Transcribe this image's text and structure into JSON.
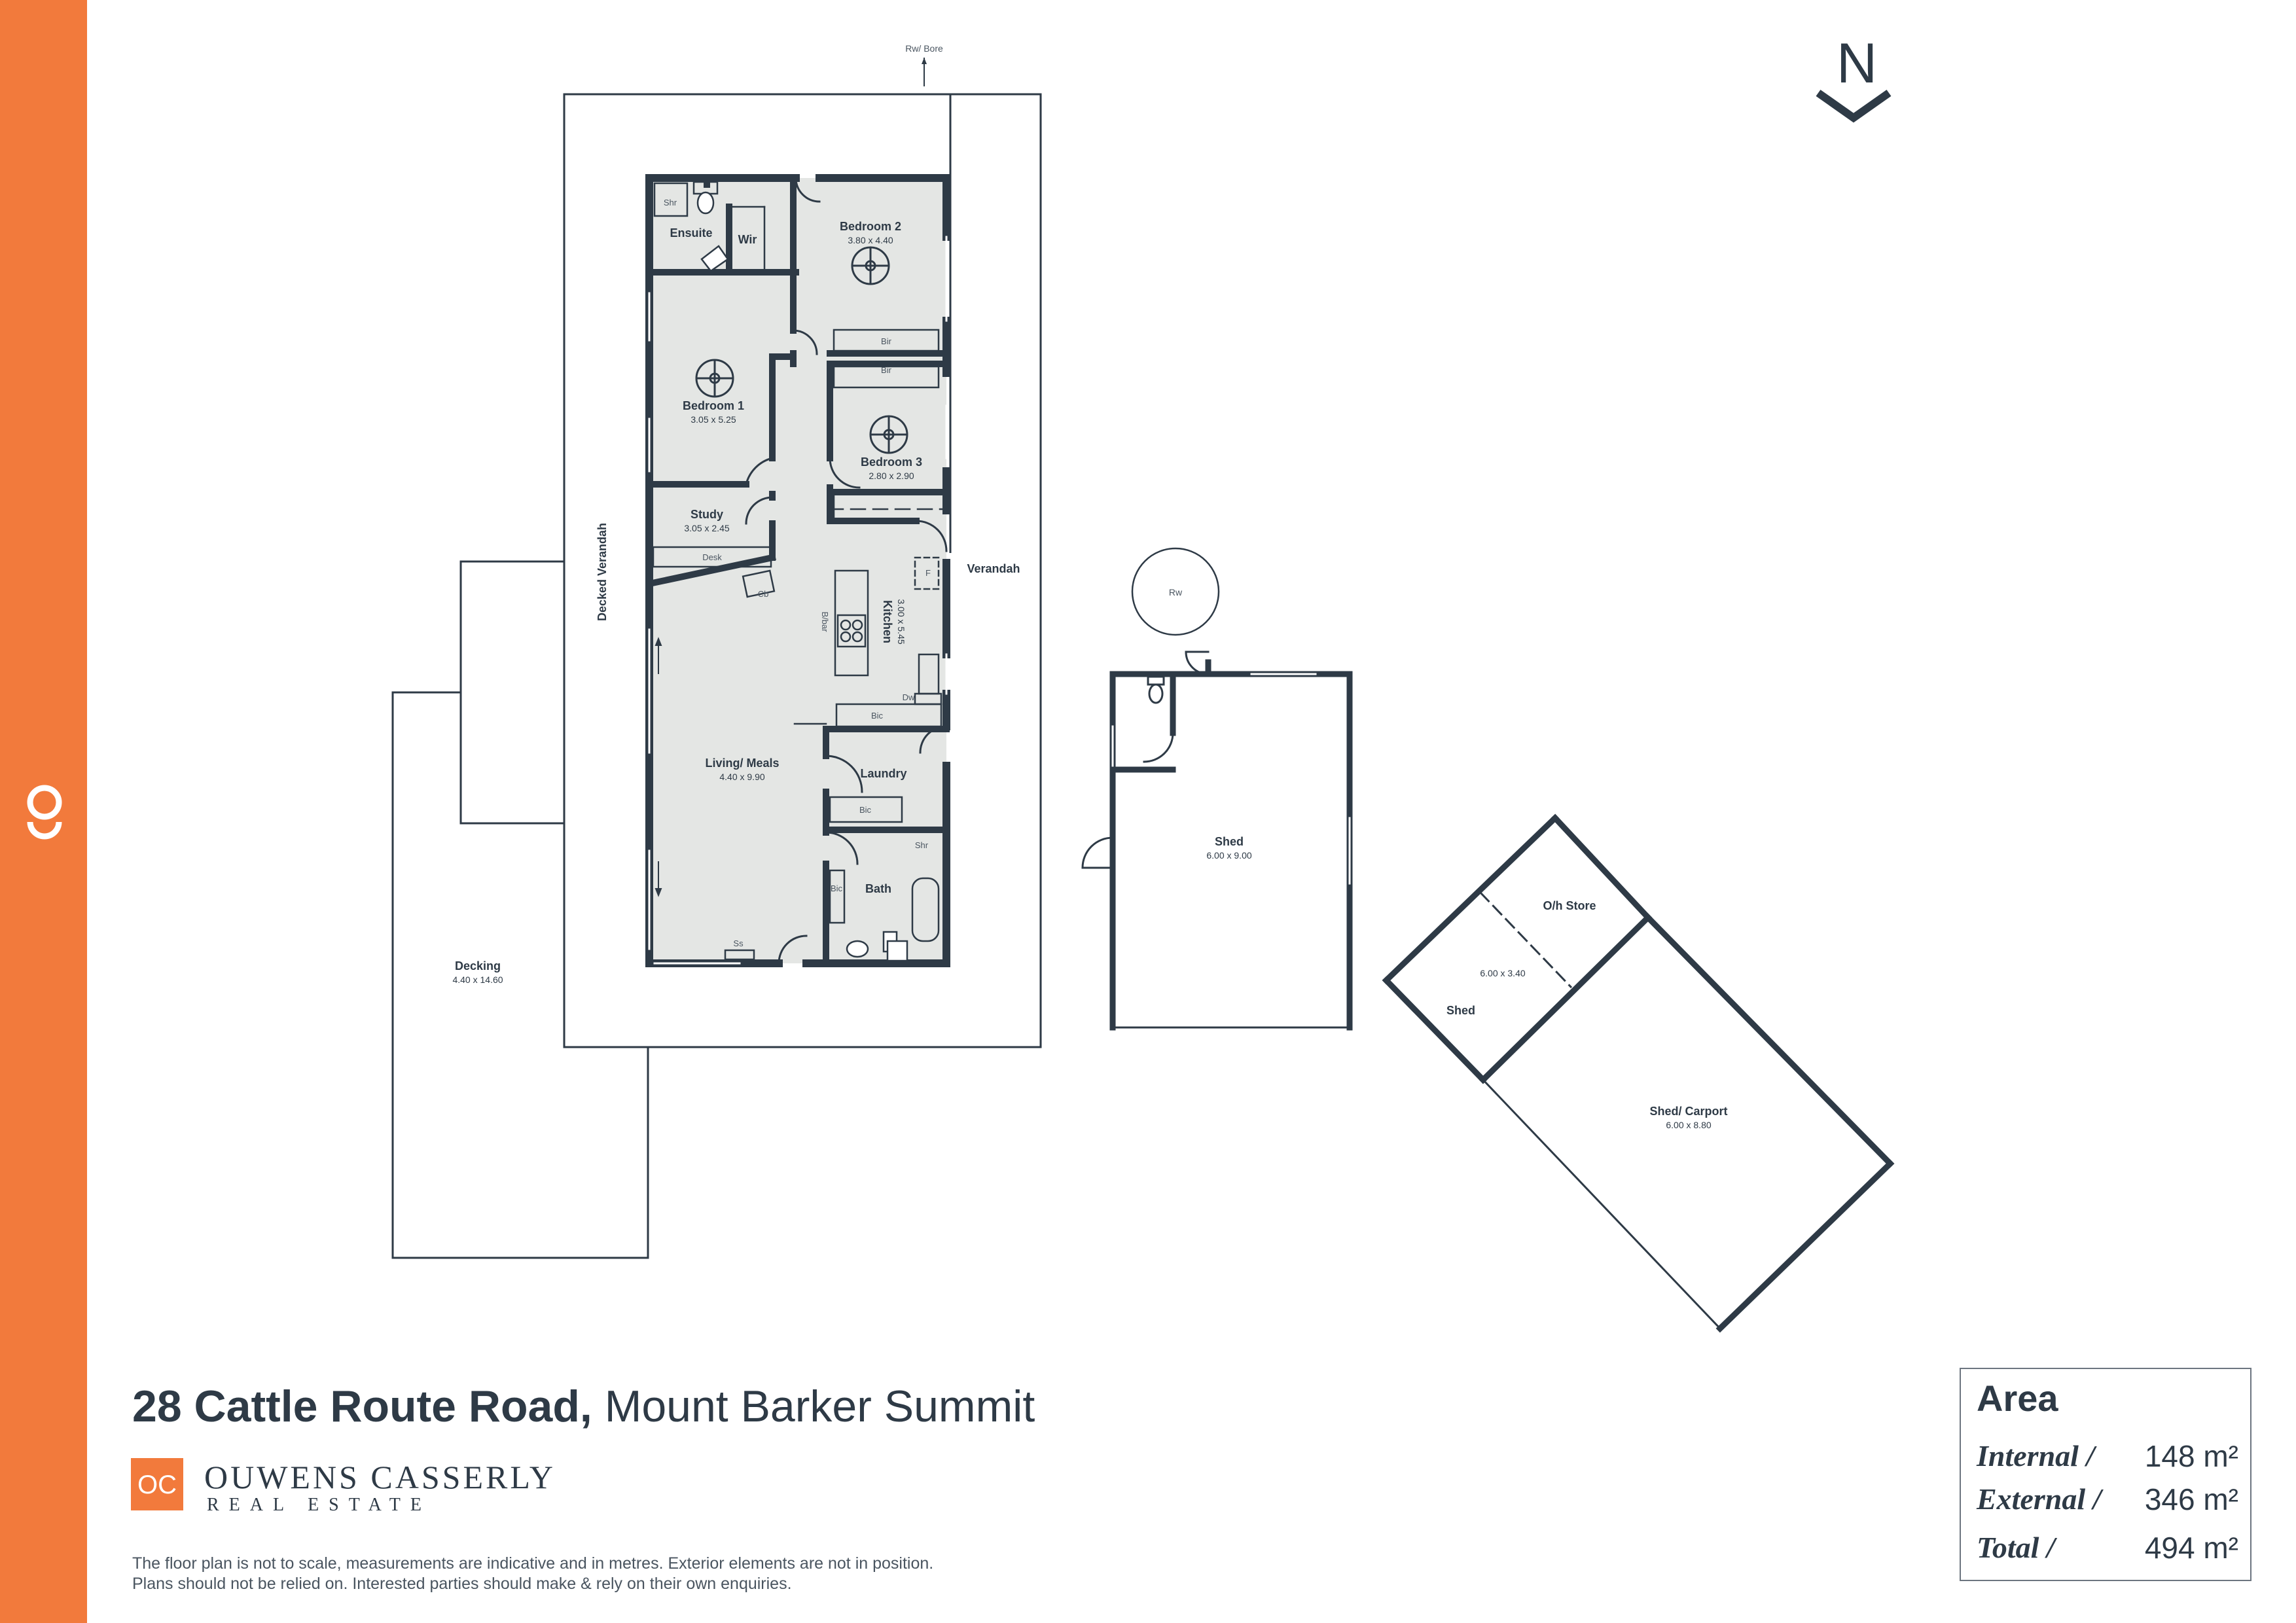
{
  "address": {
    "street": "28 Cattle Route Road,",
    "suburb": "Mount Barker Summit"
  },
  "brand": {
    "name": "OUWENS CASSERLY",
    "sub": "REAL ESTATE",
    "mark": "OC"
  },
  "disclaimer": {
    "line1": "The floor plan is not to scale, measurements are indicative and in metres. Exterior elements are not in position.",
    "line2": "Plans should not be relied on. Interested parties should make & rely on their own enquiries."
  },
  "area": {
    "title": "Area",
    "rows": [
      {
        "label": "Internal /",
        "value": "148 m²"
      },
      {
        "label": "External /",
        "value": "346 m²"
      },
      {
        "label": "Total /",
        "value": "494 m²"
      }
    ]
  },
  "compass": "N",
  "colors": {
    "accent": "#f27a3c",
    "wall": "#2e3a46",
    "floor": "#e4e6e4"
  },
  "plan": {
    "rooms": [
      {
        "name": "Bedroom 2",
        "dim": "3.80 x 4.40"
      },
      {
        "name": "Bedroom 1",
        "dim": "3.05 x 5.25"
      },
      {
        "name": "Bedroom 3",
        "dim": "2.80 x 2.90"
      },
      {
        "name": "Study",
        "dim": "3.05 x 2.45"
      },
      {
        "name": "Kitchen",
        "dim": "3.00 x 5.45"
      },
      {
        "name": "Living/ Meals",
        "dim": "4.40 x 9.90"
      },
      {
        "name": "Laundry",
        "dim": ""
      },
      {
        "name": "Bath",
        "dim": ""
      },
      {
        "name": "Ensuite",
        "dim": ""
      },
      {
        "name": "Wir",
        "dim": ""
      },
      {
        "name": "Decking",
        "dim": "4.40 x 14.60"
      },
      {
        "name": "Shed",
        "dim": "6.00 x 9.00"
      },
      {
        "name": "O/h Store",
        "dim": ""
      },
      {
        "name": "Shed",
        "dim": "6.00 x 3.40"
      },
      {
        "name": "Shed/ Carport",
        "dim": "6.00 x 8.80"
      }
    ],
    "labels": {
      "verandah": "Verandah",
      "decked_verandah": "Decked Verandah",
      "rw_bore": "Rw/ Bore",
      "rw": "Rw",
      "shr": "Shr",
      "bir": "Bir",
      "bic": "Bic",
      "desk": "Desk",
      "cb": "Cb",
      "f": "F",
      "dw": "Dw",
      "bbar": "B/bar",
      "ss": "Ss"
    }
  }
}
